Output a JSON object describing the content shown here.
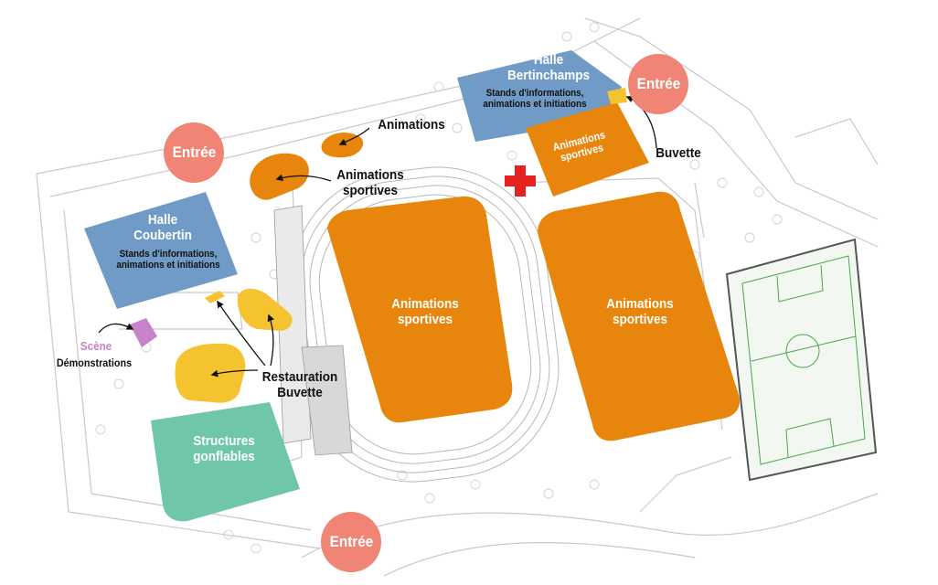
{
  "colors": {
    "orange": "#e8850d",
    "blue": "#6f9bc6",
    "green": "#6fc7a7",
    "yellow": "#f6c330",
    "violet": "#c882c8",
    "entree": "#f08575",
    "cross": "#e42222"
  },
  "entrees": [
    {
      "label": "Entrée"
    },
    {
      "label": "Entrée"
    },
    {
      "label": "Entrée"
    }
  ],
  "halle_coubertin": {
    "title_line1": "Halle",
    "title_line2": "Coubertin",
    "sub_line1": "Stands d'informations,",
    "sub_line2": "animations et initiations"
  },
  "halle_bertinchamps": {
    "title_line1": "Halle",
    "title_line2": "Bertinchamps",
    "sub_line1": "Stands d'informations,",
    "sub_line2": "animations et initiations"
  },
  "zones": {
    "stade_line1": "Animations",
    "stade_line2": "sportives",
    "terrain_line1": "Animations",
    "terrain_line2": "sportives",
    "nord_est_line1": "Animations",
    "nord_est_line2": "sportives",
    "structures_line1": "Structures",
    "structures_line2": "gonflables"
  },
  "callouts": {
    "animations": "Animations",
    "animations_sportives_line1": "Animations",
    "animations_sportives_line2": "sportives",
    "buvette": "Buvette",
    "restauration_line1": "Restauration",
    "restauration_line2": "Buvette",
    "scene": "Scène",
    "demonstrations": "Démonstrations"
  },
  "icons": {
    "first_aid": "red-cross-icon"
  }
}
